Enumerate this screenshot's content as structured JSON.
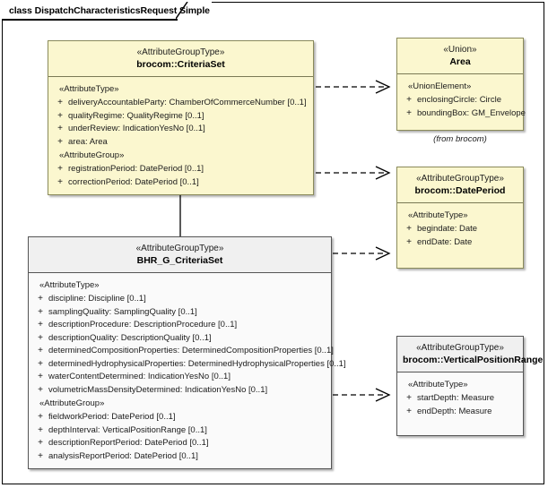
{
  "diagram": {
    "tab_label": "class DispatchCharacteristicsRequest Simple",
    "colors": {
      "class_fill_yellow": "#fbf7cf",
      "class_fill_white": "#ffffff",
      "header_gray": "#f0f0f0",
      "border": "#5a5a5a",
      "text": "#1b1b1b",
      "generalization_fill": "#f5e0b0"
    }
  },
  "classes": {
    "criteria_set": {
      "stereotype": "«AttributeGroupType»",
      "name": "brocom::CriteriaSet",
      "sections": [
        {
          "label": "«AttributeType»",
          "attributes": [
            {
              "visibility": "+",
              "text": "deliveryAccountableParty: ChamberOfCommerceNumber [0..1]"
            },
            {
              "visibility": "+",
              "text": "qualityRegime: QualityRegime [0..1]"
            },
            {
              "visibility": "+",
              "text": "underReview: IndicationYesNo [0..1]"
            },
            {
              "visibility": "+",
              "text": "area: Area"
            }
          ]
        },
        {
          "label": "«AttributeGroup»",
          "attributes": [
            {
              "visibility": "+",
              "text": "registrationPeriod: DatePeriod [0..1]"
            },
            {
              "visibility": "+",
              "text": "correctionPeriod: DatePeriod [0..1]"
            }
          ]
        }
      ]
    },
    "area": {
      "stereotype": "«Union»",
      "name": "Area",
      "from_note": "(from brocom)",
      "sections": [
        {
          "label": "«UnionElement»",
          "attributes": [
            {
              "visibility": "+",
              "text": "enclosingCircle: Circle"
            },
            {
              "visibility": "+",
              "text": "boundingBox: GM_Envelope"
            }
          ]
        }
      ]
    },
    "date_period": {
      "stereotype": "«AttributeGroupType»",
      "name": "brocom::DatePeriod",
      "sections": [
        {
          "label": "«AttributeType»",
          "attributes": [
            {
              "visibility": "+",
              "text": "begindate: Date"
            },
            {
              "visibility": "+",
              "text": "endDate: Date"
            }
          ]
        }
      ]
    },
    "vertical_position_range": {
      "stereotype": "«AttributeGroupType»",
      "name": "brocom::VerticalPositionRange",
      "sections": [
        {
          "label": "«AttributeType»",
          "attributes": [
            {
              "visibility": "+",
              "text": "startDepth: Measure"
            },
            {
              "visibility": "+",
              "text": "endDepth: Measure"
            }
          ]
        }
      ]
    },
    "bhr_g_criteria_set": {
      "stereotype": "«AttributeGroupType»",
      "name": "BHR_G_CriteriaSet",
      "sections": [
        {
          "label": "«AttributeType»",
          "attributes": [
            {
              "visibility": "+",
              "text": "discipline: Discipline [0..1]"
            },
            {
              "visibility": "+",
              "text": "samplingQuality: SamplingQuality [0..1]"
            },
            {
              "visibility": "+",
              "text": "descriptionProcedure: DescriptionProcedure [0..1]"
            },
            {
              "visibility": "+",
              "text": "descriptionQuality: DescriptionQuality [0..1]"
            },
            {
              "visibility": "+",
              "text": "determinedCompositionProperties: DeterminedCompositionProperties [0..1]"
            },
            {
              "visibility": "+",
              "text": "determinedHydrophysicalProperties: DeterminedHydrophysicalProperties [0..1]"
            },
            {
              "visibility": "+",
              "text": "waterContentDetermined: IndicationYesNo [0..1]"
            },
            {
              "visibility": "+",
              "text": "volumetricMassDensityDetermined: IndicationYesNo [0..1]"
            }
          ]
        },
        {
          "label": "«AttributeGroup»",
          "attributes": [
            {
              "visibility": "+",
              "text": "fieldworkPeriod: DatePeriod [0..1]"
            },
            {
              "visibility": "+",
              "text": "depthInterval: VerticalPositionRange [0..1]"
            },
            {
              "visibility": "+",
              "text": "descriptionReportPeriod: DatePeriod [0..1]"
            },
            {
              "visibility": "+",
              "text": "analysisReportPeriod: DatePeriod [0..1]"
            }
          ]
        }
      ]
    }
  },
  "connectors": [
    {
      "name": "criteriaset-to-area",
      "kind": "dependency",
      "from": "brocom::CriteriaSet",
      "to": "Area"
    },
    {
      "name": "criteriaset-to-dateperiod",
      "kind": "dependency",
      "from": "brocom::CriteriaSet",
      "to": "brocom::DatePeriod"
    },
    {
      "name": "bhr-to-dateperiod",
      "kind": "dependency",
      "from": "BHR_G_CriteriaSet",
      "to": "brocom::DatePeriod"
    },
    {
      "name": "bhr-to-verticalpositionrange",
      "kind": "dependency",
      "from": "BHR_G_CriteriaSet",
      "to": "brocom::VerticalPositionRange"
    },
    {
      "name": "bhr-generalizes-criteriaset",
      "kind": "generalization",
      "from": "BHR_G_CriteriaSet",
      "to": "brocom::CriteriaSet"
    }
  ]
}
